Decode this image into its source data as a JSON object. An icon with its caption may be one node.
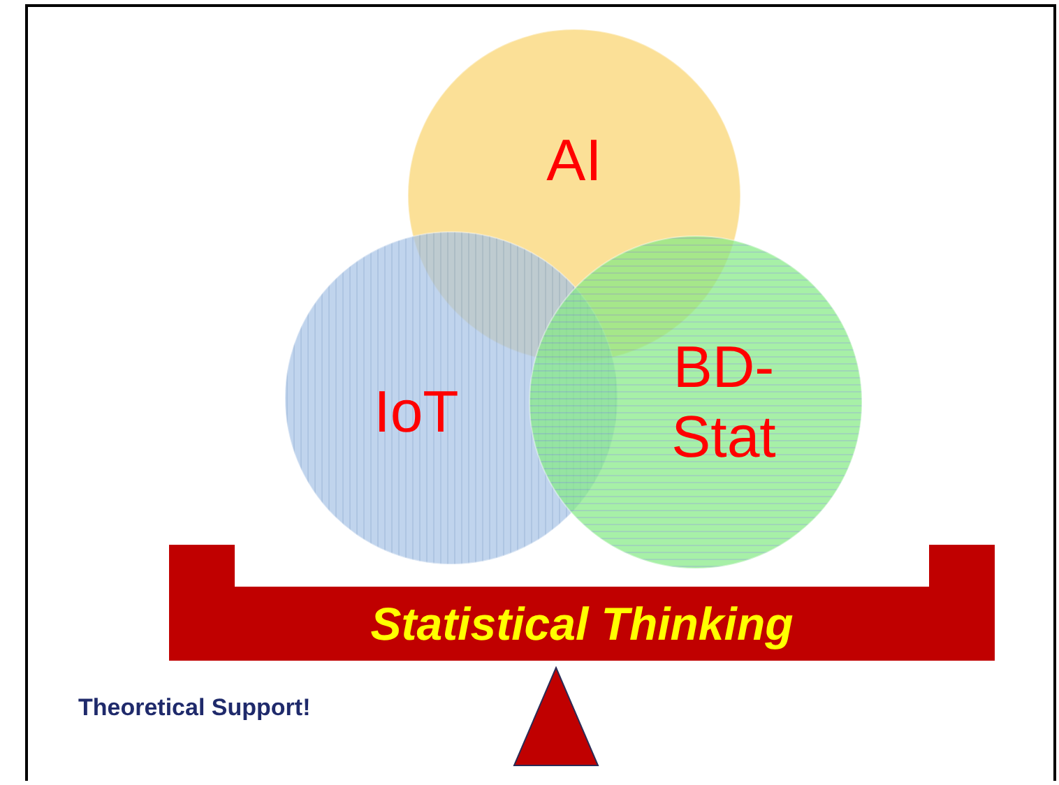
{
  "diagram": {
    "nodes": [
      {
        "text": [
          "AI"
        ]
      },
      {
        "text": [
          "IoT"
        ]
      },
      {
        "text": [
          "BD- Stat"
        ]
      },
      {
        "text": [
          "Statistical Thinking"
        ]
      }
    ],
    "labels": [
      "Theoretical Support!"
    ]
  }
}
